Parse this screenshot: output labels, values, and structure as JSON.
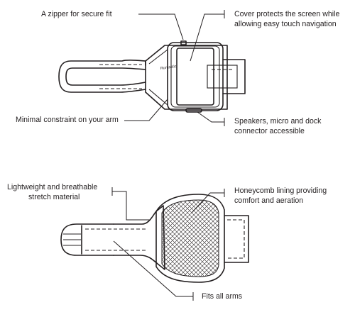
{
  "callouts": {
    "zipper": "A zipper for secure fit",
    "cover_line1": "Cover protects the screen while",
    "cover_line2": "allowing easy touch navigation",
    "constraint": "Minimal constraint on your arm",
    "speakers_line1": "Speakers, micro and dock",
    "speakers_line2": "connector accessible",
    "lightweight_line1": "Lightweight and breathable",
    "lightweight_line2": "stretch material",
    "honeycomb_line1": "Honeycomb lining providing",
    "honeycomb_line2": "comfort and aeration",
    "fits": "Fits all arms"
  },
  "brand_mark": "Runtastic",
  "colors": {
    "ink": "#231f20",
    "background": "#ffffff"
  }
}
